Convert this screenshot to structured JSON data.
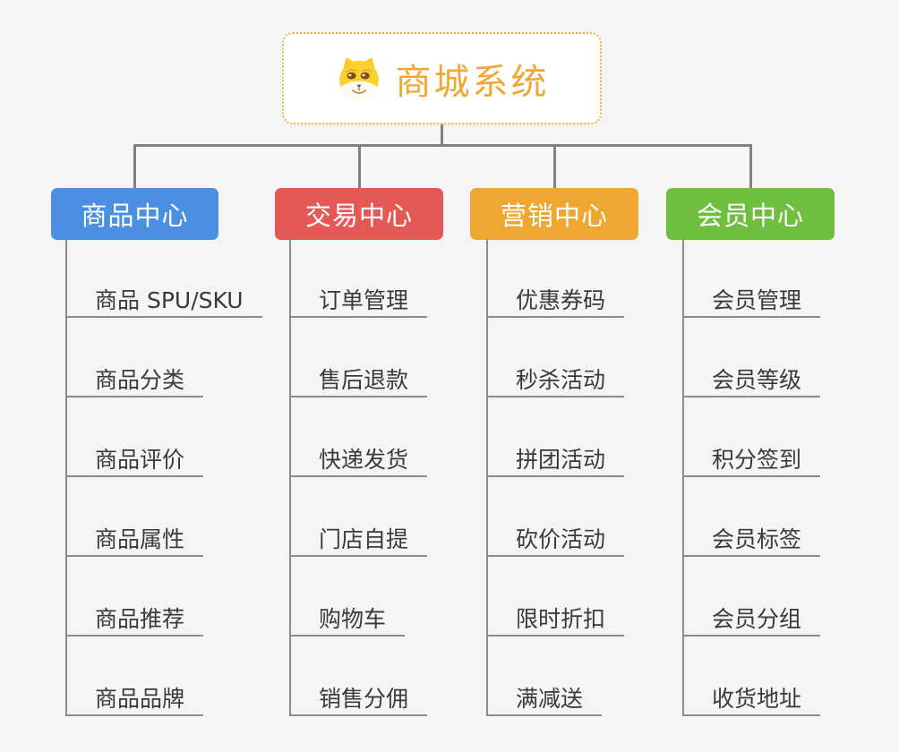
{
  "page": {
    "background": "#f5f5f6",
    "connector_color": "#808080",
    "leaf_line_color": "#8c8c8c",
    "leaf_text_color": "#3a3a3a"
  },
  "root": {
    "label": "商城系统",
    "icon": "shiba-dog-icon",
    "text_color": "#f0a735",
    "border_color": "#f6b03f",
    "background": "#ffffff"
  },
  "branches": [
    {
      "label": "商品中心",
      "color": "#4b8fe2",
      "text_color": "#ffffff",
      "items": [
        "商品 SPU/SKU",
        "商品分类",
        "商品评价",
        "商品属性",
        "商品推荐",
        "商品品牌"
      ]
    },
    {
      "label": "交易中心",
      "color": "#e45956",
      "text_color": "#ffffff",
      "items": [
        "订单管理",
        "售后退款",
        "快递发货",
        "门店自提",
        "购物车",
        "销售分佣"
      ]
    },
    {
      "label": "营销中心",
      "color": "#efa733",
      "text_color": "#ffffff",
      "items": [
        "优惠券码",
        "秒杀活动",
        "拼团活动",
        "砍价活动",
        "限时折扣",
        "满减送"
      ]
    },
    {
      "label": "会员中心",
      "color": "#70be3f",
      "text_color": "#ffffff",
      "items": [
        "会员管理",
        "会员等级",
        "积分签到",
        "会员标签",
        "会员分组",
        "收货地址"
      ]
    }
  ]
}
